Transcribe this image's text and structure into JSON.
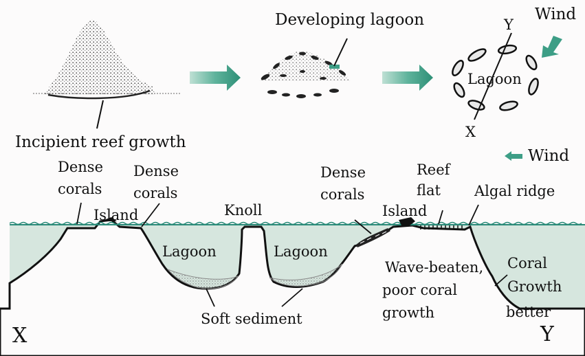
{
  "top_row": {
    "stage1_label": "Incipient reef growth",
    "stage2_label": "Developing lagoon",
    "stage3_lagoon_label": "Lagoon",
    "section_end_x": "X",
    "section_end_y": "Y",
    "wind_label": "Wind"
  },
  "cross_section": {
    "wind_label": "Wind",
    "dense_corals_left_1": [
      "Dense",
      "corals"
    ],
    "dense_corals_left_2": [
      "Dense",
      "corals"
    ],
    "island_left": "Island",
    "knoll": "Knoll",
    "lagoon_left": "Lagoon",
    "lagoon_right": "Lagoon",
    "dense_corals_right": [
      "Dense",
      "corals"
    ],
    "island_right": "Island",
    "reef_flat": [
      "Reef",
      "flat"
    ],
    "algal_ridge": "Algal ridge",
    "wave_beaten": [
      "Wave-beaten,",
      "poor coral",
      "growth"
    ],
    "coral_growth": [
      "Coral",
      "Growth",
      "better"
    ],
    "soft_sediment": "Soft sediment",
    "end_x": "X",
    "end_y": "Y"
  },
  "colors": {
    "water": "#d6e6de",
    "water_line": "#2a8a78",
    "arrow": "#3d9e86",
    "ink": "#111111"
  }
}
